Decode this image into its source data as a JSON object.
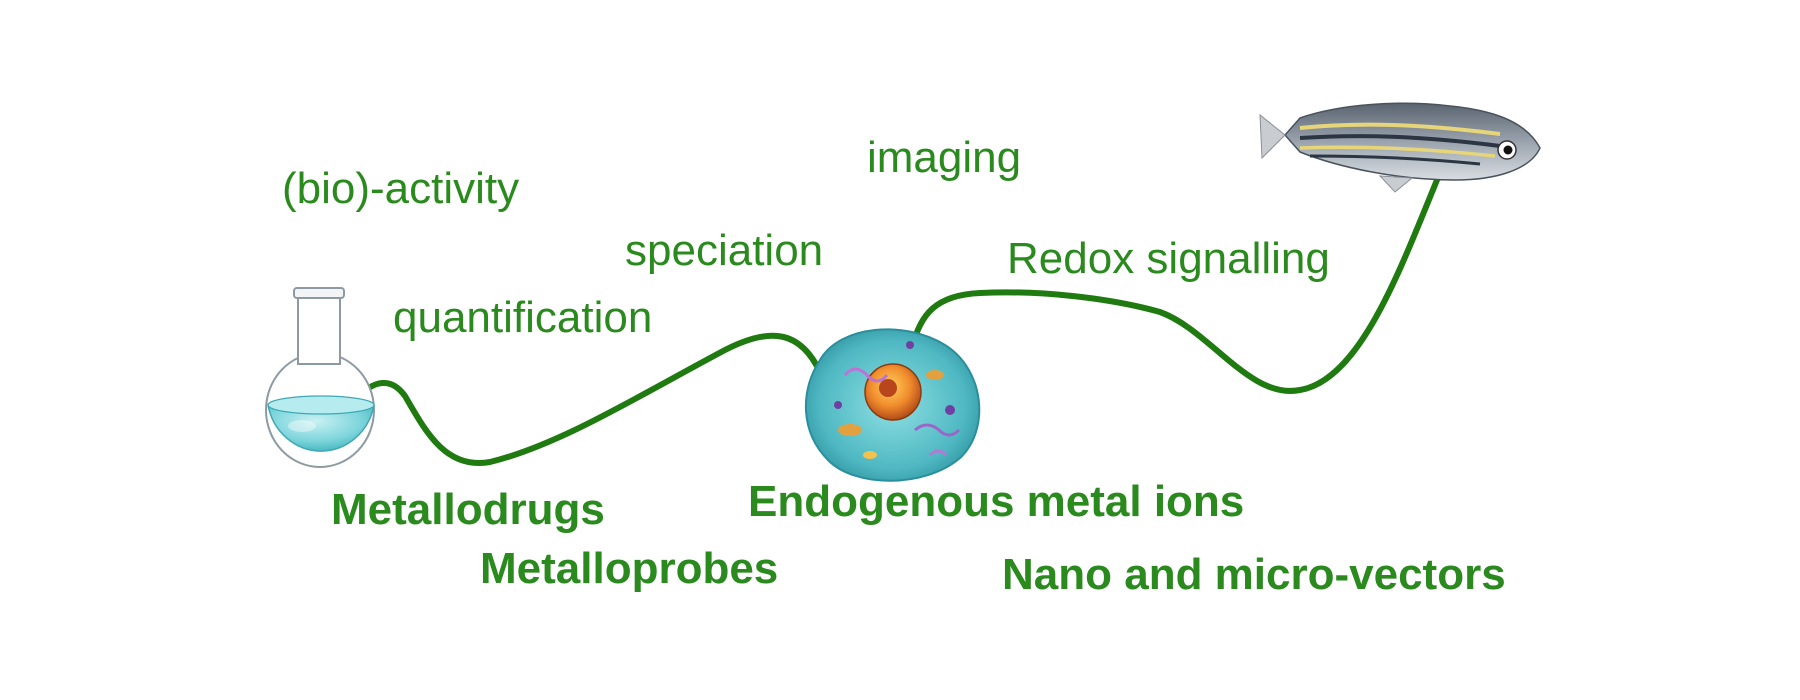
{
  "labels": {
    "bioactivity": "(bio)-activity",
    "imaging": "imaging",
    "speciation": "speciation",
    "quantification": "quantification",
    "redox_signalling": "Redox signalling",
    "metallodrugs": "Metallodrugs",
    "metalloprobes": "Metalloprobes",
    "endogenous_metal_ions": "Endogenous metal ions",
    "nano_micro_vectors": "Nano and micro-vectors"
  },
  "colors": {
    "label_green": "#2a8a1e",
    "path_green": "#1f7a10",
    "flask_liquid": "#7fd6dc",
    "cell_body": "#5ec2c9"
  },
  "icons": [
    "flask-icon",
    "cell-icon",
    "zebrafish-icon"
  ]
}
